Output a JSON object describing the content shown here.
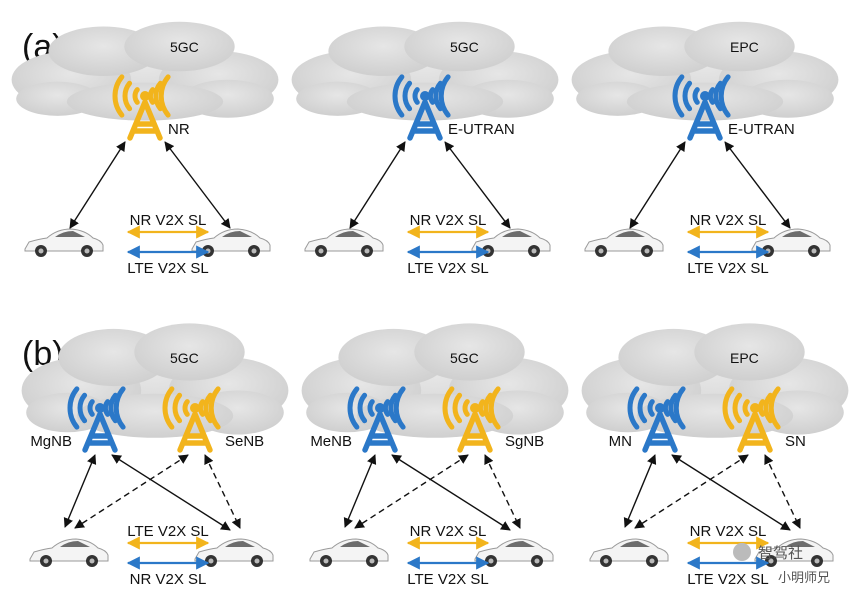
{
  "colors": {
    "nr": "#f2b41c",
    "lte": "#2b78c8",
    "cloud": "#d9d9d9",
    "arrow": "#111111"
  },
  "row_a": {
    "label": "(a)",
    "panels": [
      {
        "core": "5GC",
        "tower_color": "nr",
        "node": "NR",
        "top_link": "NR V2X SL",
        "top_color": "nr",
        "bottom_link": "LTE V2X SL",
        "bottom_color": "lte"
      },
      {
        "core": "5GC",
        "tower_color": "lte",
        "node": "E-UTRAN",
        "top_link": "NR V2X SL",
        "top_color": "nr",
        "bottom_link": "LTE V2X SL",
        "bottom_color": "lte"
      },
      {
        "core": "EPC",
        "tower_color": "lte",
        "node": "E-UTRAN",
        "top_link": "NR V2X SL",
        "top_color": "nr",
        "bottom_link": "LTE V2X SL",
        "bottom_color": "lte"
      }
    ]
  },
  "row_b": {
    "label": "(b)",
    "panels": [
      {
        "core": "5GC",
        "left_node": "MgNB",
        "left_color": "lte",
        "right_node": "SeNB",
        "right_color": "nr",
        "top_link": "LTE V2X SL",
        "top_color": "nr",
        "bottom_link": "NR V2X SL",
        "bottom_color": "lte"
      },
      {
        "core": "5GC",
        "left_node": "MeNB",
        "left_color": "lte",
        "right_node": "SgNB",
        "right_color": "nr",
        "top_link": "NR V2X SL",
        "top_color": "nr",
        "bottom_link": "LTE V2X SL",
        "bottom_color": "lte"
      },
      {
        "core": "EPC",
        "left_node": "MN",
        "left_color": "lte",
        "right_node": "SN",
        "right_color": "nr",
        "top_link": "NR V2X SL",
        "top_color": "nr",
        "bottom_link": "LTE V2X SL",
        "bottom_color": "lte"
      }
    ]
  },
  "watermark": "智驾社",
  "watermark_sub": "小明师兄"
}
